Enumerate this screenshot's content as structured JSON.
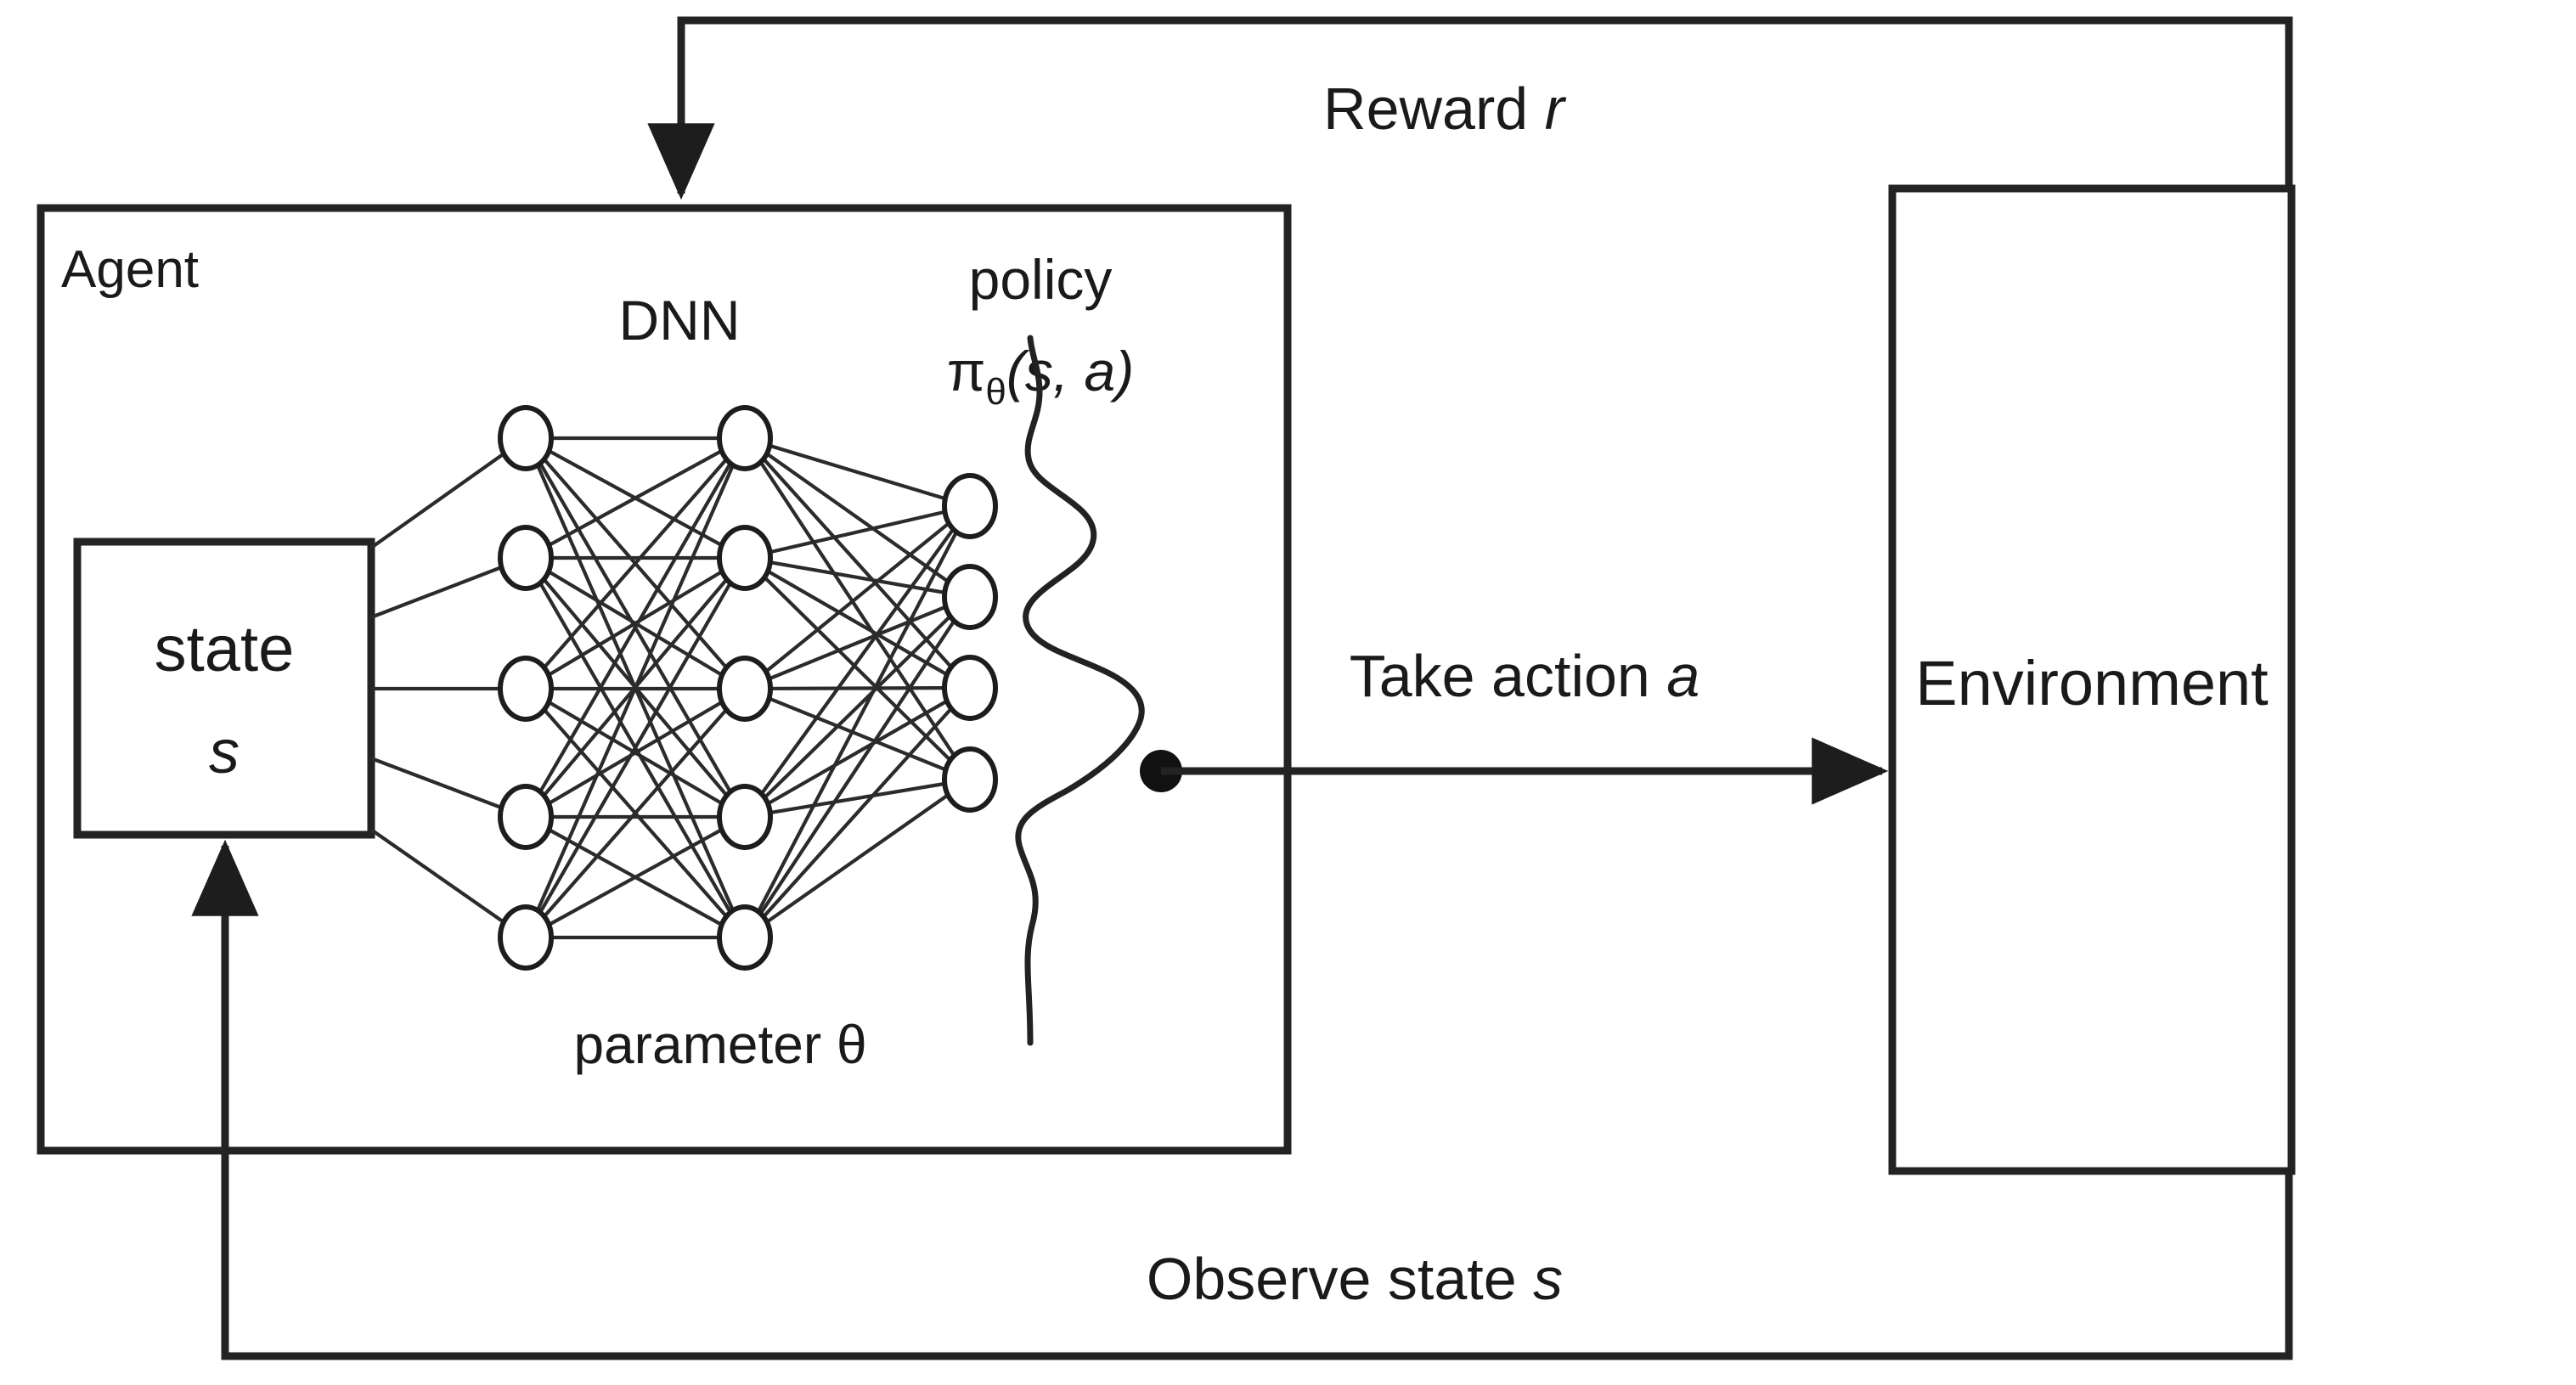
{
  "diagram": {
    "title": "Deep Reinforcement Learning Agent-Environment Loop",
    "type": "block-flow-diagram",
    "background_color": "#ffffff",
    "line_color": "#232323"
  },
  "agent": {
    "label": "Agent",
    "state_box": {
      "label": "state",
      "variable": "s"
    },
    "network": {
      "label": "DNN",
      "parameter_label": "parameter θ",
      "layers": [
        {
          "name": "hidden-layer-1",
          "node_count": 5
        },
        {
          "name": "hidden-layer-2",
          "node_count": 5
        },
        {
          "name": "output-layer",
          "node_count": 4
        }
      ]
    },
    "policy": {
      "label": "policy",
      "formula_pi": "π",
      "formula_subscript": "θ",
      "formula_args": "(s, a)",
      "distribution_icon": "policy-distribution-curve"
    }
  },
  "environment": {
    "label": "Environment"
  },
  "flows": [
    {
      "name": "reward",
      "label_prefix": "Reward ",
      "label_var": "r",
      "direction": "environment-to-agent"
    },
    {
      "name": "action",
      "label_prefix": "Take action ",
      "label_var": "a",
      "direction": "agent-to-environment"
    },
    {
      "name": "observation",
      "label_prefix": "Observe state ",
      "label_var": "s",
      "direction": "environment-to-agent"
    }
  ]
}
